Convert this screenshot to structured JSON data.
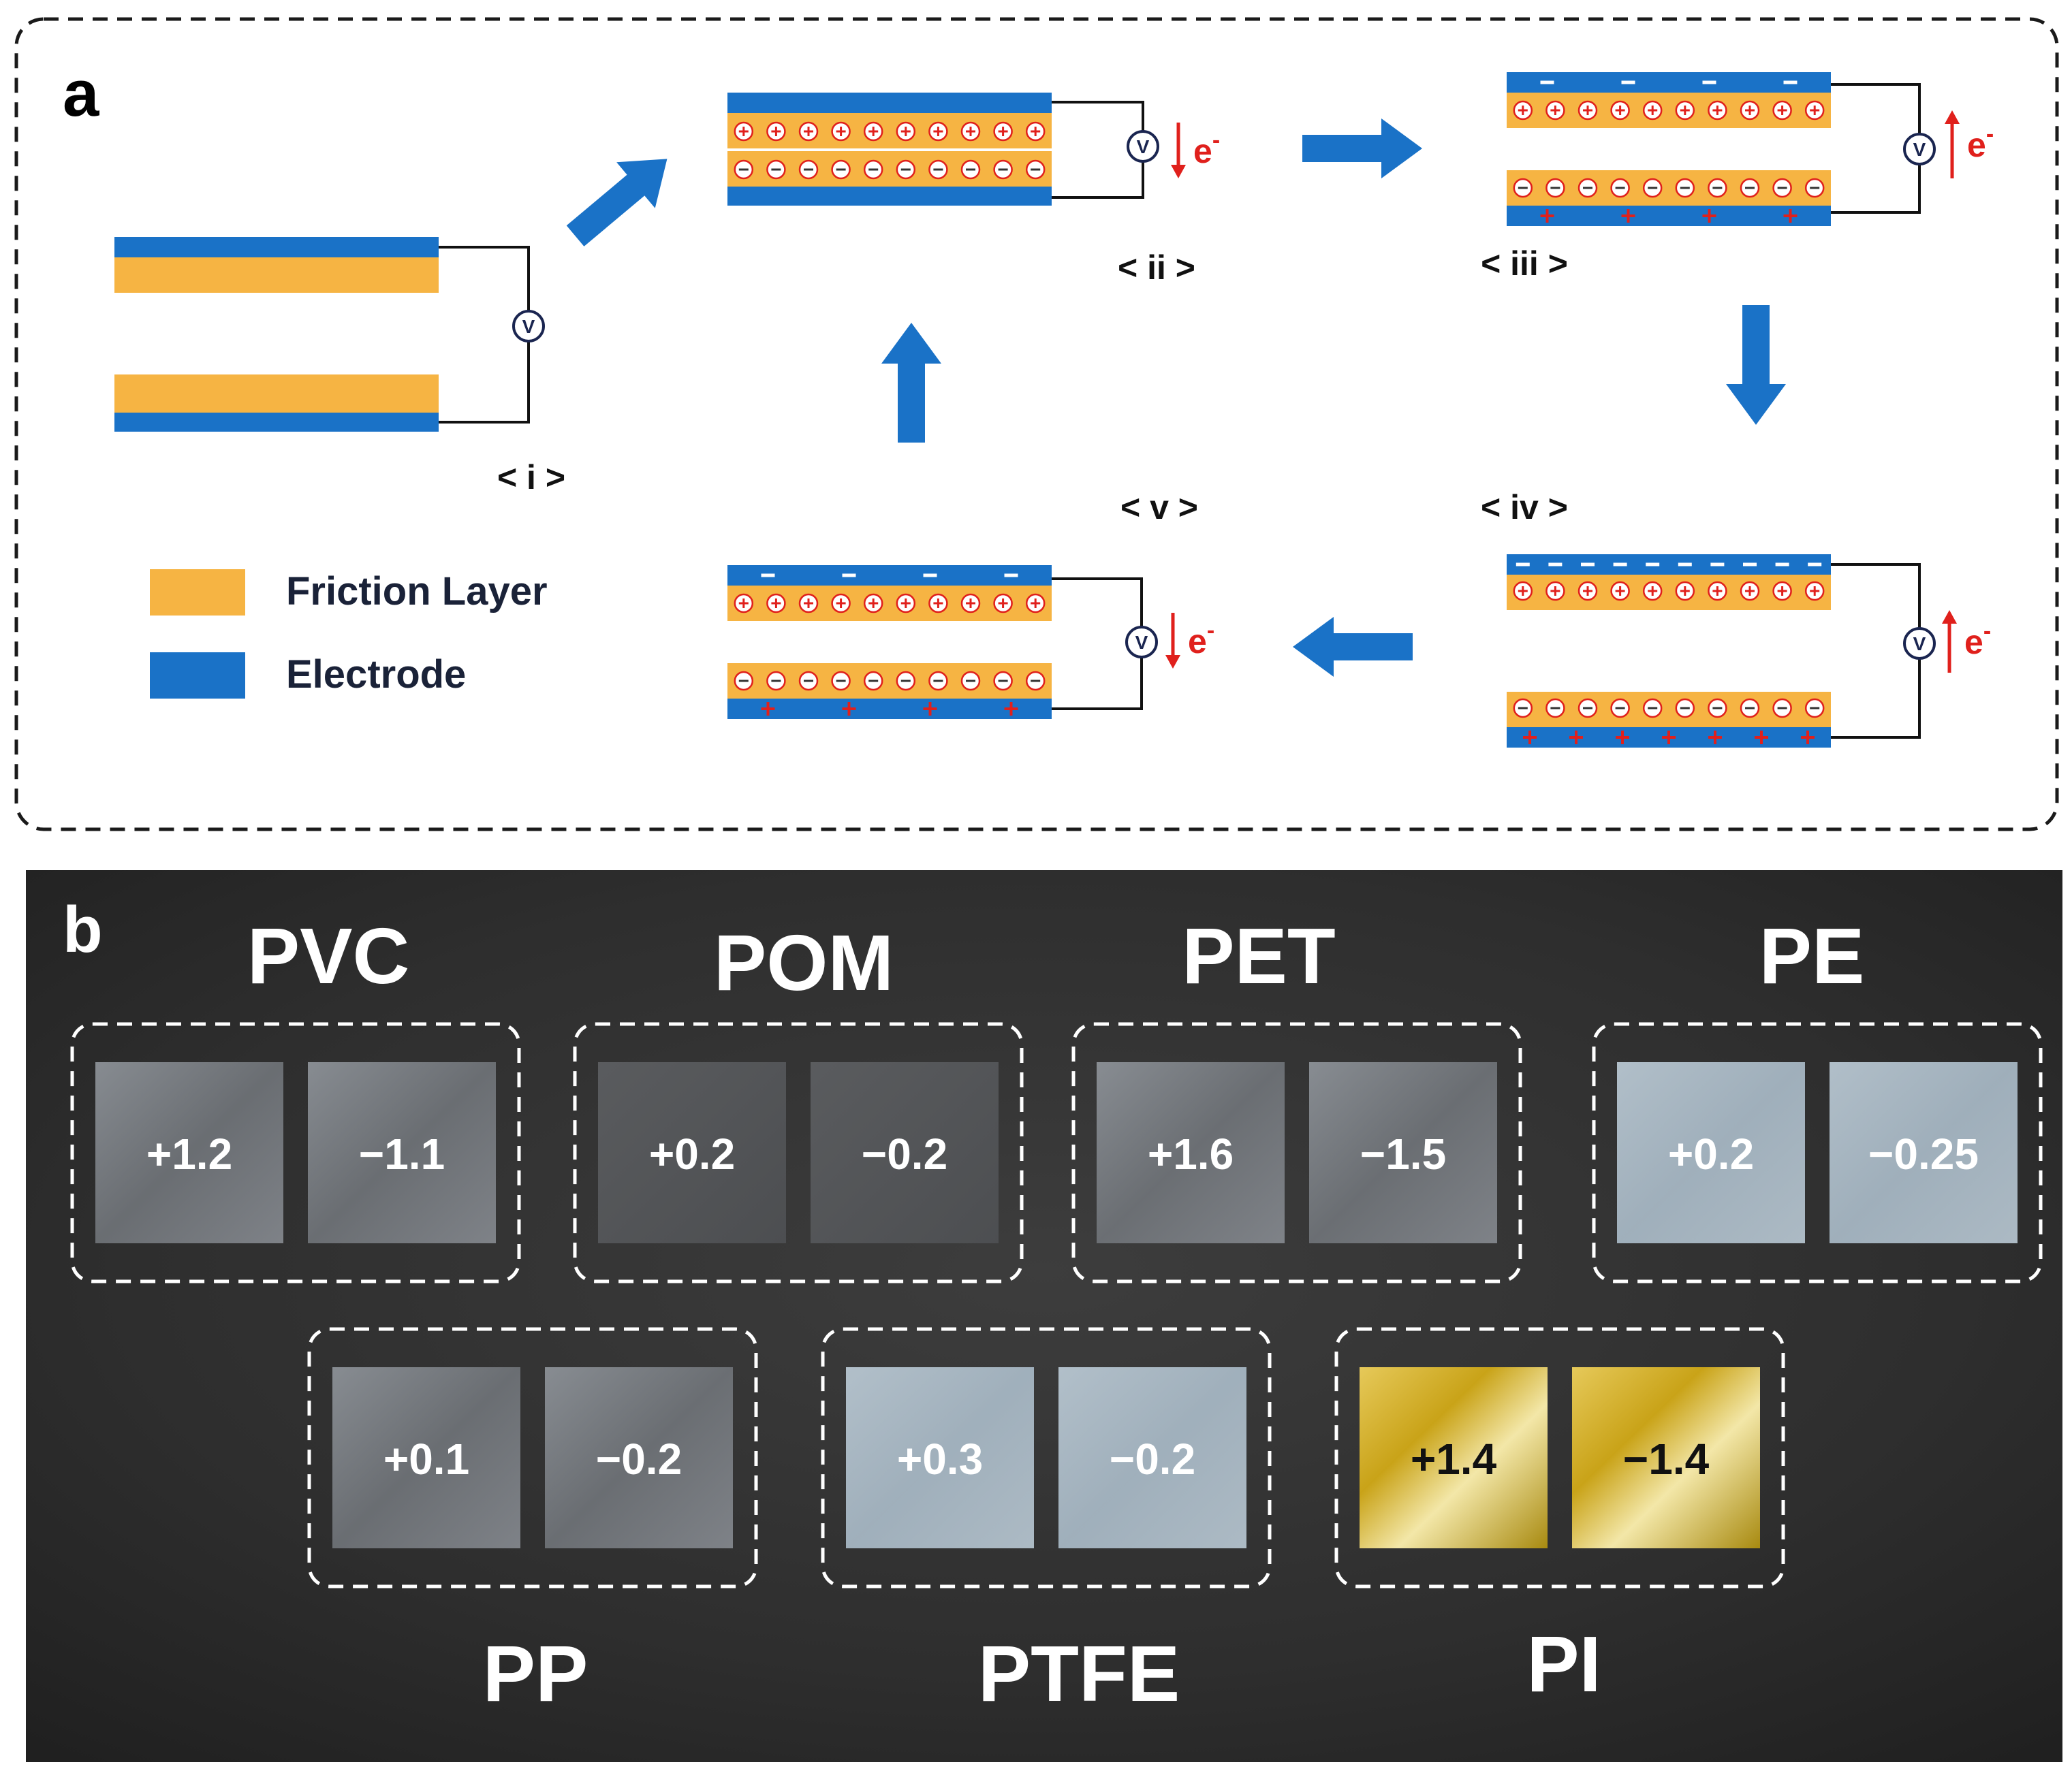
{
  "panel_a": {
    "letter": "a",
    "states": [
      {
        "label": "< i >",
        "id": "i"
      },
      {
        "label": "< ii >",
        "id": "ii"
      },
      {
        "label": "< iii >",
        "id": "iii"
      },
      {
        "label": "< iv >",
        "id": "iv"
      },
      {
        "label": "< v >",
        "id": "v"
      }
    ],
    "meter_symbol": "V",
    "electron": "e",
    "electron_sup": "-",
    "plus": "+",
    "minus": "−",
    "legend": [
      {
        "label": "Friction Layer",
        "color": "#f6b443"
      },
      {
        "label": "Electrode",
        "color": "#1a72c7"
      }
    ],
    "colors": {
      "friction": "#f6b443",
      "electrode": "#1a72c7",
      "arrow": "#1a72c7",
      "current": "#e0201c"
    }
  },
  "panel_b": {
    "letter": "b",
    "materials": [
      {
        "name": "PVC",
        "values": [
          "+1.2",
          "−1.1"
        ],
        "tint": "clear"
      },
      {
        "name": "POM",
        "values": [
          "+0.2",
          "−0.2"
        ],
        "tint": "dark"
      },
      {
        "name": "PET",
        "values": [
          "+1.6",
          "−1.5"
        ],
        "tint": "clear"
      },
      {
        "name": "PE",
        "values": [
          "+0.2",
          "−0.25"
        ],
        "tint": "blue"
      },
      {
        "name": "PP",
        "values": [
          "+0.1",
          "−0.2"
        ],
        "tint": "clear"
      },
      {
        "name": "PTFE",
        "values": [
          "+0.3",
          "−0.2"
        ],
        "tint": "blue"
      },
      {
        "name": "PI",
        "values": [
          "+1.4",
          "−1.4"
        ],
        "tint": "gold"
      }
    ]
  }
}
